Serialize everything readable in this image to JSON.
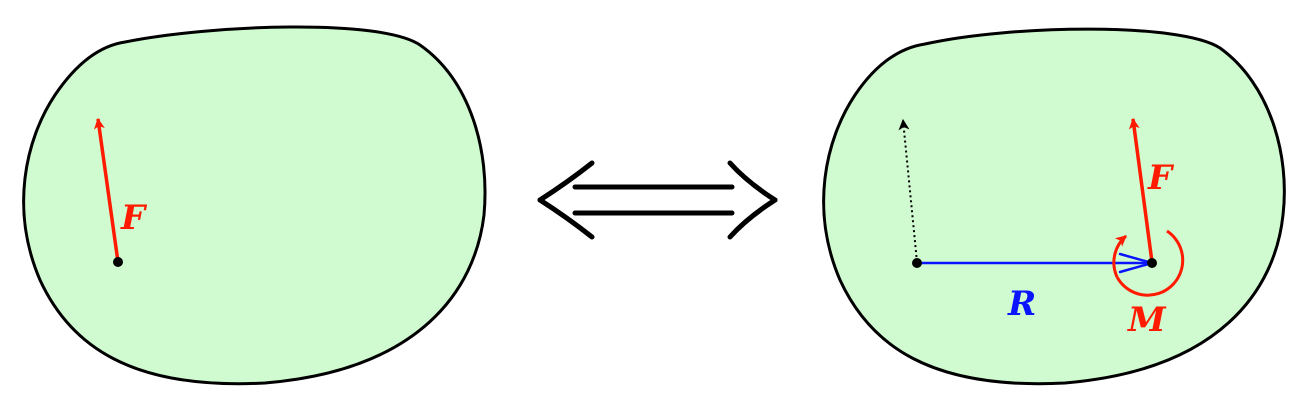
{
  "left_panel": {
    "force_label": "F"
  },
  "right_panel": {
    "force_label": "F",
    "position_label": "R",
    "moment_label": "M"
  },
  "colors": {
    "blob_fill": "#d0fbd0",
    "blob_stroke": "#000000",
    "force": "#ff1a00",
    "position_vector": "#0a14ff",
    "moment": "#ff1a00",
    "equivalence_arrow": "#000000"
  },
  "icons": {
    "equivalence": "double-headed-implication-arrow"
  }
}
